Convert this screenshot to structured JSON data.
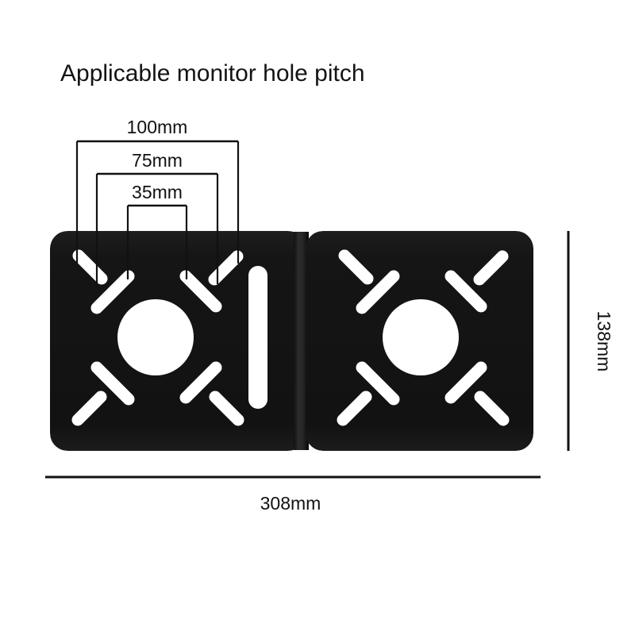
{
  "page": {
    "background_color": "#ffffff",
    "title": "Applicable monitor hole pitch"
  },
  "product": {
    "name": "vesa-adapter-bracket-plate",
    "body_color": "#151515",
    "hole_color": "#ffffff",
    "edge_highlight_color": "#2e2e2e"
  },
  "dimensions": {
    "pitch_100": "100mm",
    "pitch_75": "75mm",
    "pitch_35": "35mm",
    "overall_height": "138mm",
    "overall_width": "308mm"
  },
  "chart_data": {
    "type": "table",
    "title": "Applicable monitor hole pitch",
    "categories": [
      "100mm",
      "75mm",
      "35mm",
      "138mm",
      "308mm"
    ],
    "values": [
      100,
      75,
      35,
      138,
      308
    ],
    "unit": "mm",
    "labels": {
      "pitch_100": "100mm",
      "pitch_75": "75mm",
      "pitch_35": "35mm",
      "height": "138mm",
      "width": "308mm"
    }
  }
}
